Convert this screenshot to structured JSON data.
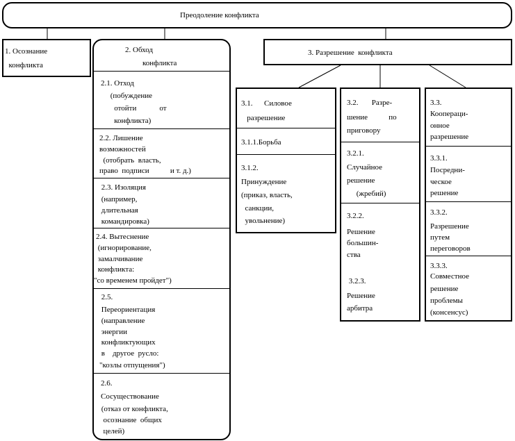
{
  "root": {
    "title": "Преодоление конфликта"
  },
  "branch1": {
    "lines": [
      "1. Осознание",
      "  конфликта"
    ]
  },
  "branch2": {
    "title_lines": [
      "2. Обход",
      "конфликта"
    ],
    "items": [
      [
        "2.1. Отход",
        "     (побуждение",
        "       отойти            от",
        "       конфликта)"
      ],
      [
        "2.2. Лишение",
        "возможностей",
        "  (отобрать  власть,",
        "право  подписи           и т. д.)"
      ],
      [
        " 2.3. Изоляция",
        " (например,",
        " длительная",
        " командировка)"
      ],
      [
        "2.4. Вытеснение",
        " (игнорирование,",
        " замалчивание",
        " конфликта:",
        "\"со временем пройдет\")"
      ],
      [
        " 2.5.",
        " Переориентация",
        " (направление",
        " энергии",
        " конфликтующих",
        " в    другое  русло:",
        "\"козлы отпущения\")"
      ],
      [
        "2.6.",
        "Сосуществование",
        " (отказ от конфликта,",
        "  осознание  общих",
        "  целей)"
      ]
    ]
  },
  "branch3": {
    "title": "3. Разрешение  конфликта",
    "col1": {
      "header": [
        "3.1.      Силовое",
        "   разрешение"
      ],
      "items": [
        [
          "3.1.1.Борьба"
        ],
        [
          "3.1.2.",
          "Принуждение",
          "(приказ, власть,",
          "  санкции,",
          "  увольнение)"
        ]
      ]
    },
    "col2": {
      "header": [
        "3.2.       Разре-",
        "шение           по",
        "приговору"
      ],
      "items": [
        [
          "3.2.1.",
          "Случайное",
          "решение",
          "     (жребий)"
        ],
        [
          "3.2.2.",
          "Решение",
          "большин-",
          "ства"
        ],
        [
          " 3.2.3.",
          "Решение",
          "арбитра"
        ]
      ]
    },
    "col3": {
      "header": [
        "3.3.",
        "Коопераци-",
        "онное",
        "разрешение"
      ],
      "items": [
        [
          "3.3.1.",
          "Посредни-",
          "ческое",
          "решение"
        ],
        [
          "3.3.2.",
          "Разрешение",
          "путем",
          "переговоров"
        ],
        [
          "3.3.3.",
          "Совместное",
          "решение",
          "проблемы",
          "(консенсус)"
        ]
      ]
    }
  }
}
